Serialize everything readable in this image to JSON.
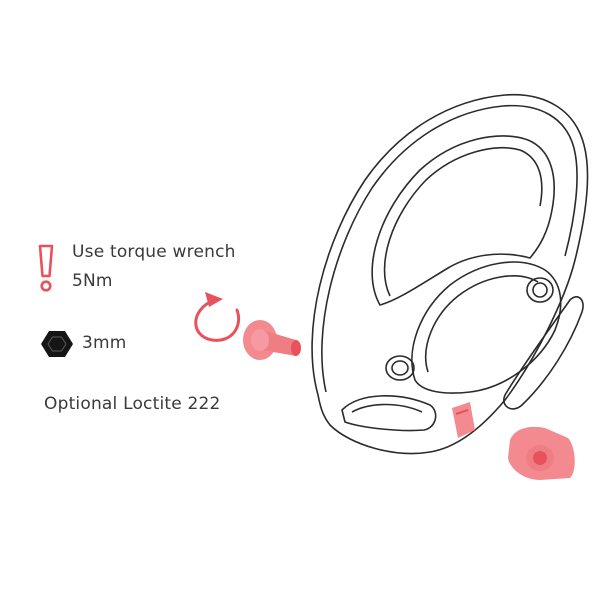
{
  "notes": {
    "torque_title": "Use torque wrench",
    "torque_value": "5Nm",
    "hex_size": "3mm",
    "loctite": "Optional Loctite 222"
  },
  "icons": {
    "warning": "exclamation-icon",
    "hex": "hex-key-icon",
    "rotate": "rotate-arrow-icon"
  },
  "colors": {
    "accent": "#e8525c",
    "part_fill": "#f28a8f",
    "outline": "#2b2b2b",
    "text": "#3a3a3a"
  }
}
